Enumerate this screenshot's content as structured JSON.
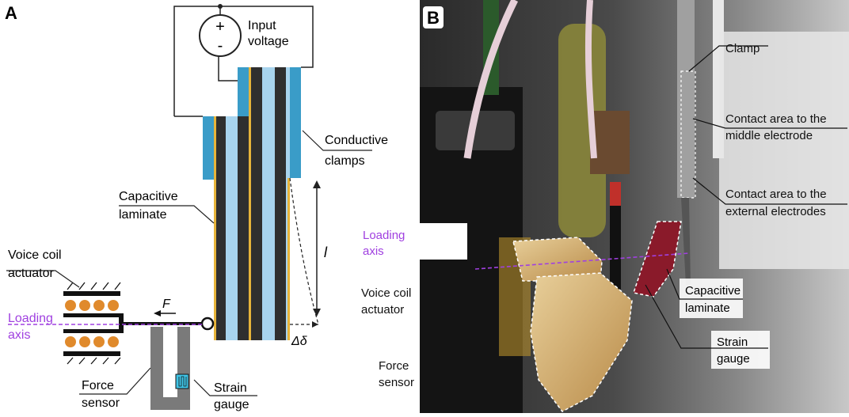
{
  "panel_a": {
    "letter": "A",
    "input_voltage": [
      "Input",
      "voltage"
    ],
    "plus": "+",
    "minus": "-",
    "conductive_clamps": [
      "Conductive",
      "clamps"
    ],
    "capacitive_laminate": [
      "Capacitive",
      "laminate"
    ],
    "voice_coil_actuator": [
      "Voice coil",
      "actuator"
    ],
    "loading_axis": [
      "Loading",
      "axis"
    ],
    "force": "F",
    "length": "l",
    "deflection": "Δδ",
    "force_sensor": [
      "Force",
      "sensor"
    ],
    "strain_gauge": [
      "Strain",
      "gauge"
    ]
  },
  "panel_b": {
    "letter": "B",
    "clamp": "Clamp",
    "contact_middle": [
      "Contact area to the",
      "middle electrode"
    ],
    "contact_external": [
      "Contact area to the",
      "external electrodes"
    ],
    "loading_axis": [
      "Loading",
      "axis"
    ],
    "voice_coil_actuator": [
      "Voice coil",
      "actuator"
    ],
    "capacitive_laminate": [
      "Capacitive",
      "laminate"
    ],
    "strain_gauge": [
      "Strain",
      "gauge"
    ],
    "force_sensor": [
      "Force",
      "sensor"
    ]
  },
  "colors": {
    "clamp_blue": "#3a9cc8",
    "laminate_dark": "#2f2f2f",
    "laminate_light": "#a8d4ee",
    "electrode_gold": "#e7b43a",
    "coil_orange": "#e08a2c",
    "sensor_gray": "#7a7a7a",
    "gauge_cyan": "#3fc4e6",
    "loading_purple": "#a040e0"
  }
}
